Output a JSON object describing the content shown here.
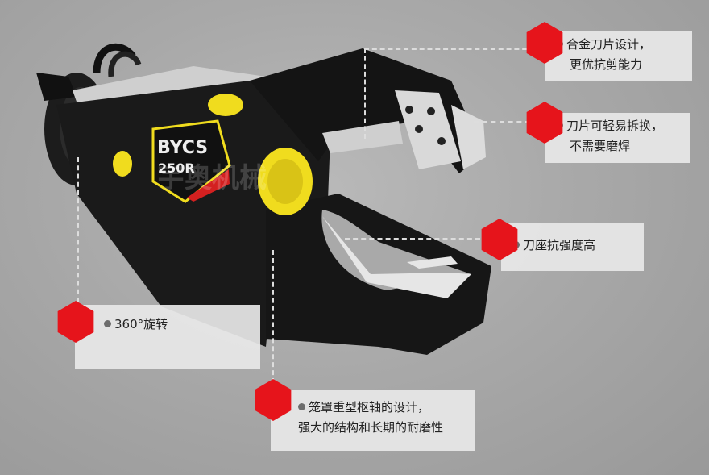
{
  "machine": {
    "badge_line1": "BYCS",
    "badge_line2": "250R",
    "watermark": "宇奥机械"
  },
  "callouts": [
    {
      "id": "blade-design",
      "lines": [
        "合金刀片设计，",
        "更优抗剪能力"
      ]
    },
    {
      "id": "blade-replace",
      "lines": [
        "刀片可轻易拆换，",
        "不需要磨焊"
      ]
    },
    {
      "id": "seat-strength",
      "lines": [
        "刀座抗强度高"
      ]
    },
    {
      "id": "rotation",
      "lines": [
        "360°旋转"
      ]
    },
    {
      "id": "pivot",
      "lines": [
        "笼罩重型枢轴的设计，",
        "强大的结构和长期的耐磨性"
      ]
    }
  ],
  "colors": {
    "marker": "#e6141b",
    "body": "#1a1a1a",
    "pin": "#f0dc1e",
    "callout_bg": "#e8e8e8"
  }
}
